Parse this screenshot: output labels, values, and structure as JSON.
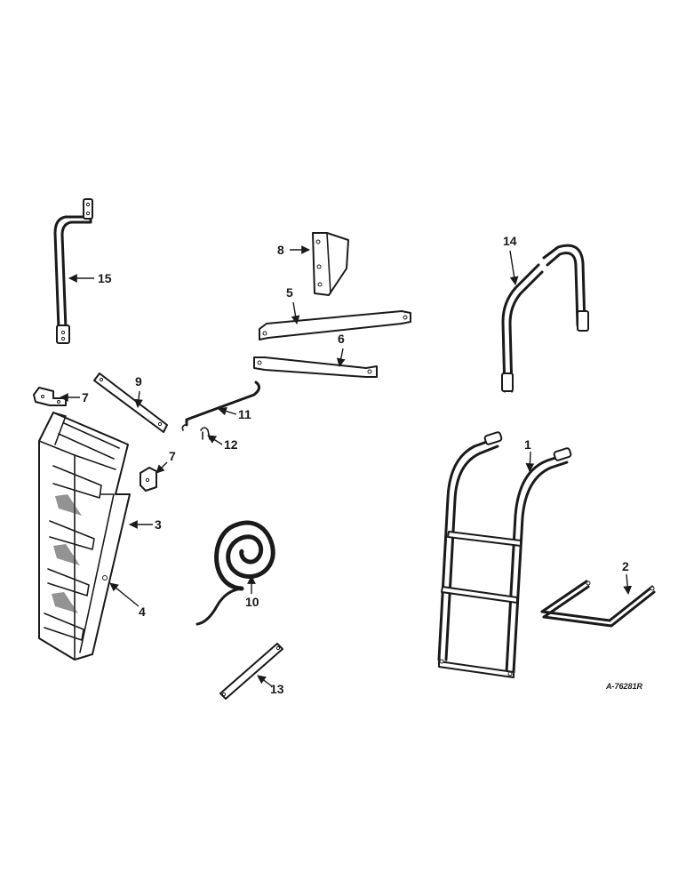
{
  "parts": [
    {
      "id": "p1",
      "label": "1"
    },
    {
      "id": "p2",
      "label": "2"
    },
    {
      "id": "p3",
      "label": "3"
    },
    {
      "id": "p4",
      "label": "4"
    },
    {
      "id": "p5",
      "label": "5"
    },
    {
      "id": "p6",
      "label": "6"
    },
    {
      "id": "p7a",
      "label": "7"
    },
    {
      "id": "p7b",
      "label": "7"
    },
    {
      "id": "p8",
      "label": "8"
    },
    {
      "id": "p9",
      "label": "9"
    },
    {
      "id": "p10",
      "label": "10"
    },
    {
      "id": "p11",
      "label": "11"
    },
    {
      "id": "p12",
      "label": "12"
    },
    {
      "id": "p13",
      "label": "13"
    },
    {
      "id": "p14",
      "label": "14"
    },
    {
      "id": "p15",
      "label": "15"
    }
  ],
  "drawing_code": "A-76281R"
}
